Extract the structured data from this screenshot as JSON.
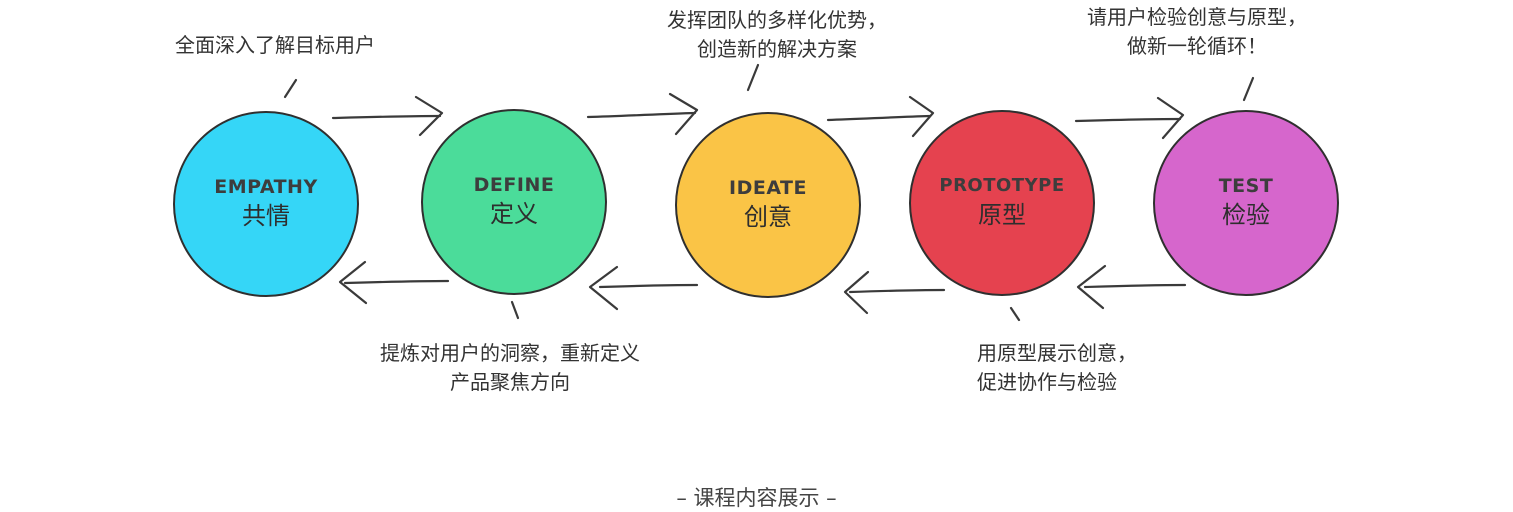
{
  "stages": [
    {
      "en": "EMPATHY",
      "cn": "共情",
      "color": "#35d6f7"
    },
    {
      "en": "DEFINE",
      "cn": "定义",
      "color": "#4bdc9a"
    },
    {
      "en": "IDEATE",
      "cn": "创意",
      "color": "#fac446"
    },
    {
      "en": "PROTOTYPE",
      "cn": "原型",
      "color": "#e5424f"
    },
    {
      "en": "TEST",
      "cn": "检验",
      "color": "#d666cc"
    }
  ],
  "notes": {
    "empathy": [
      "全面深入了解目标用户"
    ],
    "ideate": [
      "发挥团队的多样化优势，",
      "创造新的解决方案"
    ],
    "test": [
      "请用户检验创意与原型，",
      "做新一轮循环！"
    ],
    "define": [
      "提炼对用户的洞察，重新定义",
      "产品聚焦方向"
    ],
    "prototype": [
      "用原型展示创意，",
      "促进协作与检验"
    ]
  },
  "footer": "– 课程内容展示 –"
}
